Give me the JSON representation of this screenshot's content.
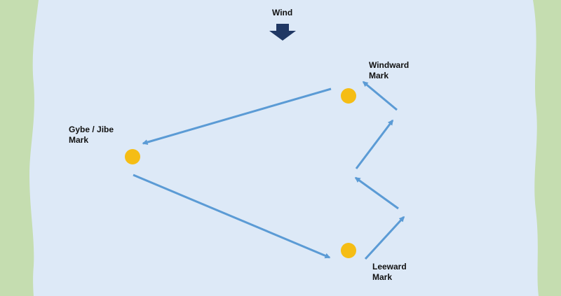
{
  "diagram": {
    "wind_label": "Wind",
    "marks": {
      "windward": {
        "line1": "Windward",
        "line2": "Mark"
      },
      "gybe": {
        "line1": "Gybe / Jibe",
        "line2": "Mark"
      },
      "leeward": {
        "line1": "Leeward",
        "line2": "Mark"
      }
    }
  },
  "colors": {
    "water": "#dde9f7",
    "land": "#c5ddb0",
    "arrow": "#5b9bd5",
    "mark": "#f5bd15",
    "wind_arrow": "#203864",
    "text": "#111111"
  }
}
